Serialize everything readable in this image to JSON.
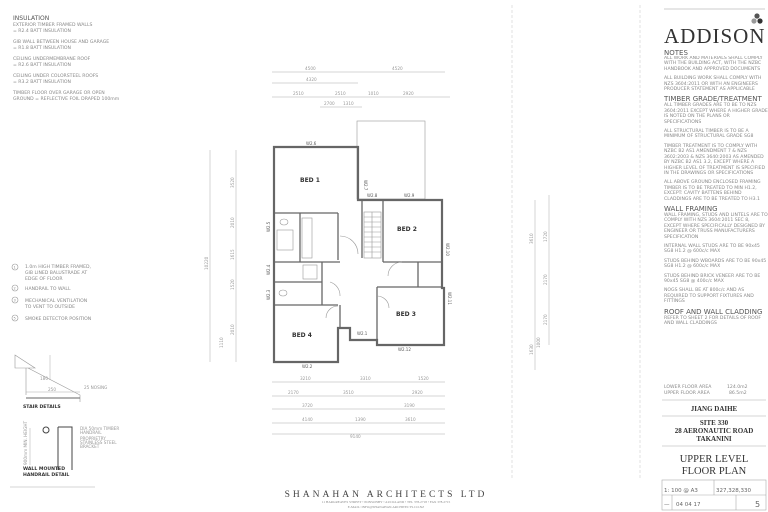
{
  "insulation": {
    "title": "INSULATION",
    "lines": [
      "EXTERIOR TIMBER FRAMED WALLS",
      "= R2.4 BATT INSULATION",
      "GIB WALL BETWEEN HOUSE AND GARAGE",
      "= R1.8 BATT INSULATION",
      "CEILING UNDERMEMBRANE ROOF",
      "= R2.6 BATT INSULATION",
      "CEILING UNDER COLORSTEEL ROOFS",
      "= R3.2 BATT INSULATION",
      "TIMBER FLOOR OVER GARAGE OR OPEN",
      "GROUND = REFLECTIVE FOIL DRAPED 100mm"
    ]
  },
  "keynotes": [
    {
      "num": "1",
      "lines": [
        "1.0m HIGH TIMBER FRAMED,",
        "GIB LINED BALUSTRADE AT",
        "EDGE OF FLOOR"
      ]
    },
    {
      "num": "2",
      "lines": [
        "HANDRAIL TO WALL"
      ]
    },
    {
      "num": "3",
      "lines": [
        "MECHANICAL VENTILATION",
        "TO VENT TO OUTSIDE"
      ]
    },
    {
      "num": "5",
      "lines": [
        "SMOKE DETECTOR POSITION"
      ]
    }
  ],
  "details": {
    "stair_title": "STAIR DETAILS",
    "stair_nosing": "25 NOSING",
    "stair_going": "250",
    "stair_rise": "180",
    "handrail_title_1": "WALL MOUNTED",
    "handrail_title_2": "HANDRAIL DETAIL",
    "handrail_note_1": "DIA 50mm TIMBER",
    "handrail_note_1b": "HANDRAIL",
    "handrail_note_2": "PROPRIETRY",
    "handrail_note_2b": "STAINLESS STEEL",
    "handrail_note_2c": "BRACKET",
    "handrail_height": "900mm MIN. HEIGHT"
  },
  "plan": {
    "rooms": [
      "BED 1",
      "BED 2",
      "BED 3",
      "BED 4"
    ],
    "windows": [
      "W2.6",
      "W2.7",
      "W2.8",
      "W2.9",
      "W2.5",
      "W2.4",
      "W2.3",
      "W2.10",
      "W2.11",
      "W2.1",
      "W2.12",
      "W2.2"
    ],
    "dims_top": {
      "row1": [
        "4500",
        "4520"
      ],
      "row2": [
        "4320"
      ],
      "row3": [
        "2510",
        "2510",
        "1010",
        "2920"
      ],
      "row4": [
        "2700",
        "1310"
      ]
    },
    "dims_bottom": {
      "row1": [
        "3210",
        "3310",
        "1520"
      ],
      "row2": [
        "2170",
        "3510",
        "2920"
      ],
      "row3": [
        "3720",
        "3190"
      ],
      "row4": [
        "4140",
        "1390",
        "3610"
      ],
      "total": "9140"
    },
    "dims_left": {
      "total": "10220",
      "chain": [
        "3520",
        "2010",
        "1615",
        "1520",
        "2010",
        "1110"
      ]
    },
    "dims_right": {
      "chain": [
        "3610",
        "1720",
        "2170",
        "2170",
        "1630",
        "1000"
      ]
    }
  },
  "title_block": {
    "brand": "ADDISON",
    "notes_title": "NOTES",
    "notes": [
      "ALL WORK AND MATERIALS SHALL COMPLY WITH THE BUILDING ACT, WITH THE NZBC HANDBOOK AND APPROVED DOCUMENTS",
      "ALL BUILDING WORK SHALL COMPLY WITH NZS 3604:2011 OR WITH AN ENGINEERS PRODUCER STATEMENT AS APPLICABLE"
    ],
    "timber_title": "TIMBER GRADE/TREATMENT",
    "timber_notes": [
      "ALL TIMBER GRADES ARE TO BE TO NZS 3604:2011 EXCEPT WHERE A HIGHER GRADE IS NOTED ON THE PLANS OR SPECIFICATIONS",
      "ALL STRUCTURAL TIMBER IS TO BE A MINIMUM OF STRUCTURAL GRADE SG8",
      "TIMBER TREATMENT IS TO COMPLY WITH NZBC B2 AS1 AMENDMENT 7 & NZS 3602:2003 & NZS 3640:2003 AS AMENDED BY NZBC B2 AS1 3.2, EXCEPT WHERE A HIGHER LEVEL OF TREATMENT IS SPECIFIED IN THE DRAWINGS OR SPECIFICATIONS",
      "ALL ABOVE GROUND ENCLOSED FRAMING TIMBER IS TO BE TREATED TO MIN H1.2, EXCEPT: CAVITY BATTENS BEHIND CLADDINGS ARE TO BE TREATED TO H3.1"
    ],
    "framing_title": "WALL FRAMING",
    "framing_notes": [
      "WALL FRAMING, STUDS AND LINTELS ARE TO COMPLY WITH NZS 3604:2011 SEC 8, EXCEPT WHERE SPECIFICALLY DESIGNED BY ENGINEER OR TRUSS MANUFACTURERS SPECIFICATION",
      "INTERNAL WALL STUDS ARE TO BE 90x45 SG8 H1.2 @ 600c/c MAX",
      "STUDS BEHIND WBOARDS ARE TO BE 90x45 SG8 H1.2 @ 600c/c MAX",
      "STUDS BEHIND BRICK VENEER ARE TO BE 90x45 SG8 @ 400c/c MAX",
      "NOGS SHALL BE AT 800c/c AND AS REQUIRED TO SUPPORT FIXTURES AND FITTINGS"
    ],
    "roof_title": "ROOF AND WALL CLADDING",
    "roof_notes": [
      "REFER TO SHEET 2 FOR DETAILS OF ROOF AND WALL CLADDINGS"
    ],
    "lower_floor_label": "LOWER FLOOR AREA",
    "lower_floor_value": "124.0m2",
    "upper_floor_label": "UPPER FLOOR AREA",
    "upper_floor_value": "86.5m2",
    "client": "JIANG DAIHE",
    "site_1": "SITE 330",
    "site_2": "28 AERONAUTIC ROAD",
    "site_3": "TAKANINI",
    "drawing_title_1": "UPPER LEVEL",
    "drawing_title_2": "FLOOR PLAN",
    "scale": "1: 100 @ A3",
    "job": "327,328,330",
    "revision": "—",
    "date": "04 04 17",
    "sheet_number": "5"
  },
  "footer": {
    "company": "SHANAHAN ARCHITECTS LTD",
    "address": "11 HARGREAVES STREET • PONSONBY • AUCKLAND • TEL 378-2718 • FAX 378-2715",
    "email": "E-MAIL: INFO@SHANAHAN.ARCHITECTS.CO.NZ"
  }
}
